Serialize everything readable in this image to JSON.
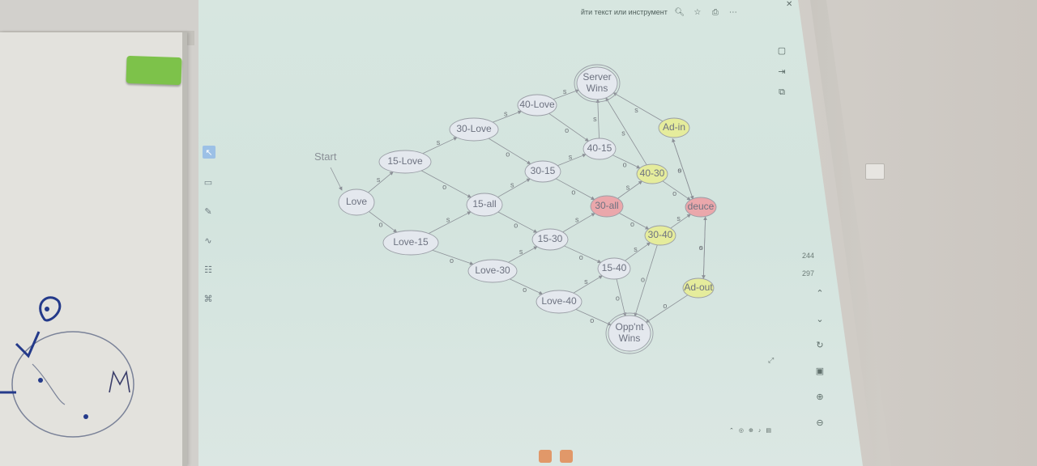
{
  "toolbar": {
    "search_text": "йти текст или инструмент"
  },
  "icons": {
    "search": "magnifier",
    "bookmark": "bookmark",
    "print": "printer",
    "more": "ellipsis",
    "close": "x"
  },
  "side_panel": {
    "page_numbers": [
      "244",
      "297"
    ]
  },
  "diagram": {
    "start_label": "Start",
    "nodes": [
      {
        "id": "love",
        "label": "Love",
        "fill": "#e4e8ee"
      },
      {
        "id": "15love",
        "label": "15-Love",
        "fill": "#e4e8ee"
      },
      {
        "id": "love15",
        "label": "Love-15",
        "fill": "#e4e8ee"
      },
      {
        "id": "30love",
        "label": "30-Love",
        "fill": "#e4e8ee"
      },
      {
        "id": "15all",
        "label": "15-all",
        "fill": "#e4e8ee"
      },
      {
        "id": "love30",
        "label": "Love-30",
        "fill": "#e4e8ee"
      },
      {
        "id": "40love",
        "label": "40-Love",
        "fill": "#e4e8ee"
      },
      {
        "id": "3015",
        "label": "30-15",
        "fill": "#e4e8ee"
      },
      {
        "id": "1530",
        "label": "15-30",
        "fill": "#e4e8ee"
      },
      {
        "id": "love40",
        "label": "Love-40",
        "fill": "#e4e8ee"
      },
      {
        "id": "server",
        "label": "Server Wins",
        "fill": "#e4e8ee",
        "double": true
      },
      {
        "id": "4015",
        "label": "40-15",
        "fill": "#e4e8ee"
      },
      {
        "id": "30all",
        "label": "30-all",
        "fill": "#eaa7ab"
      },
      {
        "id": "1540",
        "label": "15-40",
        "fill": "#e4e8ee"
      },
      {
        "id": "oppnt",
        "label": "Opp'nt Wins",
        "fill": "#e4e8ee",
        "double": true
      },
      {
        "id": "4030",
        "label": "40-30",
        "fill": "#e5ec9c"
      },
      {
        "id": "3040",
        "label": "30-40",
        "fill": "#e5ec9c"
      },
      {
        "id": "adin",
        "label": "Ad-in",
        "fill": "#e5ec9c"
      },
      {
        "id": "deuce",
        "label": "deuce",
        "fill": "#eaa7ab"
      },
      {
        "id": "adout",
        "label": "Ad-out",
        "fill": "#e5ec9c"
      }
    ],
    "edges": [
      {
        "from": "love",
        "to": "15love",
        "label": "s"
      },
      {
        "from": "love",
        "to": "love15",
        "label": "o"
      },
      {
        "from": "15love",
        "to": "30love",
        "label": "s"
      },
      {
        "from": "15love",
        "to": "15all",
        "label": "o"
      },
      {
        "from": "love15",
        "to": "15all",
        "label": "s"
      },
      {
        "from": "love15",
        "to": "love30",
        "label": "o"
      },
      {
        "from": "30love",
        "to": "40love",
        "label": "s"
      },
      {
        "from": "30love",
        "to": "3015",
        "label": "o"
      },
      {
        "from": "15all",
        "to": "3015",
        "label": "s"
      },
      {
        "from": "15all",
        "to": "1530",
        "label": "o"
      },
      {
        "from": "love30",
        "to": "1530",
        "label": "s"
      },
      {
        "from": "love30",
        "to": "love40",
        "label": "o"
      },
      {
        "from": "40love",
        "to": "server",
        "label": "s"
      },
      {
        "from": "40love",
        "to": "4015",
        "label": "o"
      },
      {
        "from": "3015",
        "to": "4015",
        "label": "s"
      },
      {
        "from": "3015",
        "to": "30all",
        "label": "o"
      },
      {
        "from": "1530",
        "to": "30all",
        "label": "s"
      },
      {
        "from": "1530",
        "to": "1540",
        "label": "o"
      },
      {
        "from": "love40",
        "to": "1540",
        "label": "s"
      },
      {
        "from": "love40",
        "to": "oppnt",
        "label": "o"
      },
      {
        "from": "4015",
        "to": "server",
        "label": "s"
      },
      {
        "from": "4015",
        "to": "4030",
        "label": "o"
      },
      {
        "from": "30all",
        "to": "4030",
        "label": "s"
      },
      {
        "from": "30all",
        "to": "3040",
        "label": "o"
      },
      {
        "from": "1540",
        "to": "3040",
        "label": "s"
      },
      {
        "from": "1540",
        "to": "oppnt",
        "label": "o"
      },
      {
        "from": "4030",
        "to": "server",
        "label": "s"
      },
      {
        "from": "4030",
        "to": "deuce",
        "label": "o"
      },
      {
        "from": "3040",
        "to": "deuce",
        "label": "s"
      },
      {
        "from": "3040",
        "to": "oppnt",
        "label": "o"
      },
      {
        "from": "adin",
        "to": "server",
        "label": "s"
      },
      {
        "from": "adin",
        "to": "deuce",
        "label": "o"
      },
      {
        "from": "deuce",
        "to": "adin",
        "label": "s"
      },
      {
        "from": "deuce",
        "to": "adout",
        "label": "o"
      },
      {
        "from": "adout",
        "to": "deuce",
        "label": "s"
      },
      {
        "from": "adout",
        "to": "oppnt",
        "label": "o"
      }
    ]
  }
}
